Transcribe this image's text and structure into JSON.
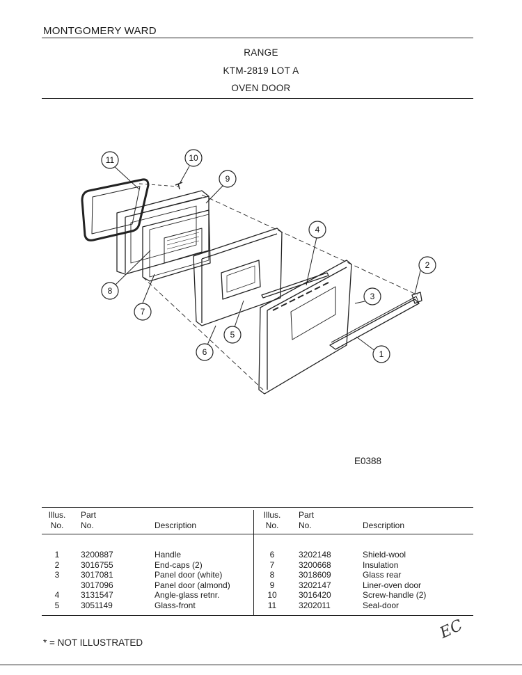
{
  "header": {
    "brand": "MONTGOMERY WARD",
    "title_lines": [
      "RANGE",
      "KTM-2819 LOT A",
      "OVEN DOOR"
    ]
  },
  "diagram": {
    "code": "E0388",
    "callouts": [
      "1",
      "2",
      "3",
      "4",
      "5",
      "6",
      "7",
      "8",
      "9",
      "10",
      "11"
    ]
  },
  "parts_table": {
    "headers": {
      "illus_no": [
        "Illus.",
        "No."
      ],
      "part_no": [
        "Part",
        "No."
      ],
      "description": "Description"
    },
    "left_rows": [
      {
        "illus": "1",
        "part": "3200887",
        "desc": "Handle"
      },
      {
        "illus": "2",
        "part": "3016755",
        "desc": "End-caps (2)"
      },
      {
        "illus": "3",
        "part": "3017081",
        "desc": "Panel door (white)"
      },
      {
        "illus": "",
        "part": "3017096",
        "desc": "Panel door (almond)"
      },
      {
        "illus": "4",
        "part": "3131547",
        "desc": "Angle-glass retnr."
      },
      {
        "illus": "5",
        "part": "3051149",
        "desc": "Glass-front"
      }
    ],
    "right_rows": [
      {
        "illus": "6",
        "part": "3202148",
        "desc": "Shield-wool"
      },
      {
        "illus": "7",
        "part": "3200668",
        "desc": "Insulation"
      },
      {
        "illus": "8",
        "part": "3018609",
        "desc": "Glass rear"
      },
      {
        "illus": "9",
        "part": "3202147",
        "desc": "Liner-oven door"
      },
      {
        "illus": "10",
        "part": "3016420",
        "desc": "Screw-handle (2)"
      },
      {
        "illus": "11",
        "part": "3202011",
        "desc": "Seal-door"
      }
    ]
  },
  "footer": {
    "note": "* = NOT ILLUSTRATED",
    "initials": "EC"
  }
}
